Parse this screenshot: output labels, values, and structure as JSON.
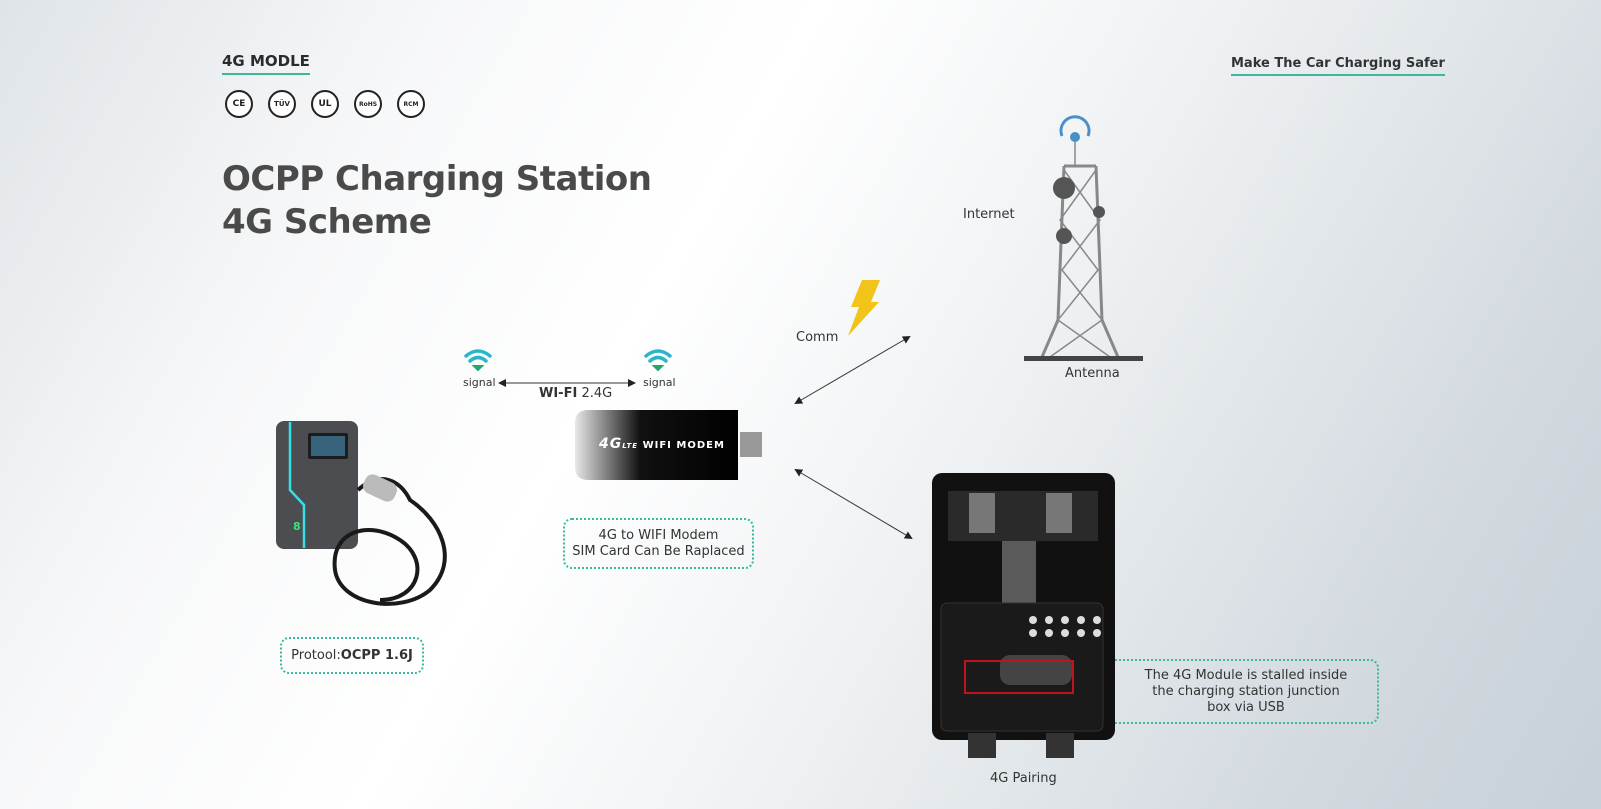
{
  "header": {
    "section_label": "4G MODLE",
    "tagline": "Make The Car Charging Safer"
  },
  "certifications": [
    {
      "name": "ce-mark",
      "label": "CE"
    },
    {
      "name": "tuv-mark",
      "label": "TÜV"
    },
    {
      "name": "ul-mark",
      "label": "UL"
    },
    {
      "name": "rohs-mark",
      "label": "RoHS"
    },
    {
      "name": "rcm-mark",
      "label": "RCM"
    }
  ],
  "title": {
    "line1": "OCPP Charging Station",
    "line2": "4G Scheme"
  },
  "wifi": {
    "left_signal": "signal",
    "right_signal": "signal",
    "link_bold": "WI-FI",
    "link_band": "2.4G"
  },
  "modem": {
    "brand_text": "4G",
    "lte_text": "LTE",
    "label": "WIFI MODEM",
    "callout_line1": "4G to WIFI Modem",
    "callout_line2": "SIM Card Can Be Raplaced"
  },
  "charger": {
    "protocol_label": "Protool:",
    "protocol_value": "OCPP 1.6J"
  },
  "network": {
    "comm_label": "Comm",
    "internet_label": "Internet",
    "antenna_label": "Antenna"
  },
  "junction_box": {
    "caption": "4G Pairing",
    "callout_line1": "The 4G Module is stalled inside",
    "callout_line2": "the charging station junction",
    "callout_line3": "box via USB"
  },
  "colors": {
    "accent_green": "#3fb79a",
    "wifi_teal": "#2bb5c8",
    "bolt_yellow": "#f2c318",
    "tower_blue": "#4a90c8",
    "highlight_red": "#c0141c"
  }
}
